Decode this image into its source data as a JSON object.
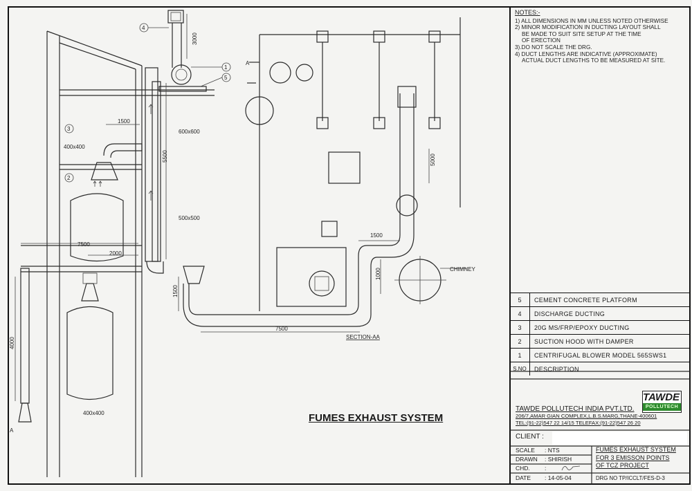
{
  "notes": {
    "heading": "NOTES:-",
    "lines": [
      "1) ALL DIMENSIONS IN MM UNLESS NOTED OTHERWISE",
      "2) MINOR MODIFICATION IN DUCTING LAYOUT SHALL",
      "BE MADE TO SUIT SITE SETUP AT THE TIME",
      "OF ERECTION",
      "3).DO NOT SCALE THE DRG.",
      "4) DUCT LENGTHS ARE INDICATIVE (APPROXIMATE)",
      "ACTUAL DUCT LENGTHS TO BE MEASURED AT SITE."
    ]
  },
  "parts_list": {
    "rows": [
      {
        "no": "5",
        "desc": "CEMENT CONCRETE PLATFORM"
      },
      {
        "no": "4",
        "desc": "DISCHARGE DUCTING"
      },
      {
        "no": "3",
        "desc": "20G MS/FRP/EPOXY DUCTING"
      },
      {
        "no": "2",
        "desc": "SUCTION HOOD WITH DAMPER"
      },
      {
        "no": "1",
        "desc": "CENTRIFUGAL BLOWER MODEL 565SWS1"
      }
    ],
    "header_no": "S.NO",
    "header_desc": "DESCRIPTION"
  },
  "company": {
    "name": "TAWDE POLLUTECH INDIA PVT.LTD.",
    "address": "206/7,AMAR GIAN COMPLEX,L.B.S.MARG,THANE-400601",
    "phone": "TEL:(91-22)547 22 14/15 TELEFAX:(91-22)547 26 20",
    "logo_top": "TAWDE",
    "logo_bottom": "POLLUTECH"
  },
  "client_label": "CLIENT :",
  "title_block": {
    "scale_label": "SCALE",
    "scale": ": NTS",
    "drawn_label": "DRAWN",
    "drawn": ": SHIRISH",
    "chd_label": "CHD.",
    "chd": ":",
    "date_label": "DATE",
    "date": ": 14-05-04",
    "title_lines": [
      "FUMES EXHAUST SYSTEM",
      "FOR 3 EMISSON POINTS",
      "OF TCZ PROJECT"
    ],
    "drg_no": "DRG NO TP/ICCLT/FES-D-3"
  },
  "drawing_title": "FUMES EXHAUST SYSTEM",
  "labels": {
    "c4": "4",
    "c1": "1",
    "c5": "5",
    "c3": "3",
    "c2": "2",
    "secA_top": "A",
    "secA_bottom": "A",
    "d3000": "3000",
    "d1500a": "1500",
    "d600": "600x600",
    "d400a": "400x400",
    "d5500": "5500",
    "d500": "500x500",
    "d7500a": "7500",
    "d2000": "2000",
    "d4000": "4000",
    "d400b": "400x400",
    "d5000": "5000",
    "d1500b": "1500",
    "d1000": "1000",
    "d1500c": "1500",
    "d7500b": "7500",
    "chimney": "CHIMNEY",
    "section": "SECTION-AA"
  }
}
